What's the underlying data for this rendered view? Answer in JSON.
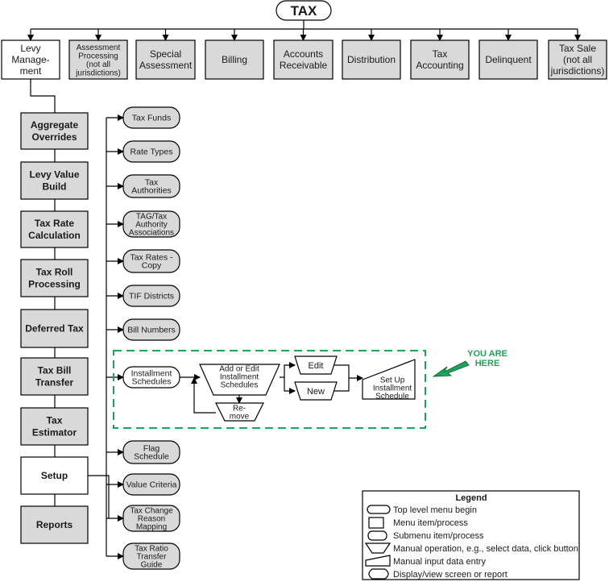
{
  "root": {
    "label": "TAX",
    "icon": "top-level-menu-terminator"
  },
  "top_menu": [
    {
      "id": "levy-management",
      "lines": [
        "Levy",
        "Manage-",
        "ment"
      ],
      "active": true
    },
    {
      "id": "assessment-processing",
      "lines": [
        "Assessment",
        "Processing",
        "(not all",
        "jurisdictions)"
      ],
      "active": false
    },
    {
      "id": "special-assessment",
      "lines": [
        "Special",
        "Assessment"
      ],
      "active": false
    },
    {
      "id": "billing",
      "lines": [
        "Billing"
      ],
      "active": false
    },
    {
      "id": "accounts-receivable",
      "lines": [
        "Accounts",
        "Receivable"
      ],
      "active": false
    },
    {
      "id": "distribution",
      "lines": [
        "Distribution"
      ],
      "active": false
    },
    {
      "id": "tax-accounting",
      "lines": [
        "Tax",
        "Accounting"
      ],
      "active": false
    },
    {
      "id": "delinquent",
      "lines": [
        "Delinquent"
      ],
      "active": false
    },
    {
      "id": "tax-sale",
      "lines": [
        "Tax Sale",
        "(not all",
        "jurisdictions)"
      ],
      "active": false
    }
  ],
  "levy_menu": [
    {
      "id": "aggregate-overrides",
      "lines": [
        "Aggregate",
        "Overrides"
      ],
      "active": false
    },
    {
      "id": "levy-value-build",
      "lines": [
        "Levy Value",
        "Build"
      ],
      "active": false
    },
    {
      "id": "tax-rate-calculation",
      "lines": [
        "Tax Rate",
        "Calculation"
      ],
      "active": false
    },
    {
      "id": "tax-roll-processing",
      "lines": [
        "Tax Roll",
        "Processing"
      ],
      "active": false
    },
    {
      "id": "deferred-tax",
      "lines": [
        "Deferred Tax"
      ],
      "active": false
    },
    {
      "id": "tax-bill-transfer",
      "lines": [
        "Tax Bill",
        "Transfer"
      ],
      "active": false
    },
    {
      "id": "tax-estimator",
      "lines": [
        "Tax",
        "Estimator"
      ],
      "active": false
    },
    {
      "id": "setup",
      "lines": [
        "Setup"
      ],
      "active": true
    },
    {
      "id": "reports",
      "lines": [
        "Reports"
      ],
      "active": false
    }
  ],
  "setup_submenu": [
    {
      "id": "tax-funds",
      "lines": [
        "Tax Funds"
      ],
      "active": false
    },
    {
      "id": "rate-types",
      "lines": [
        "Rate Types"
      ],
      "active": false
    },
    {
      "id": "tax-authorities",
      "lines": [
        "Tax",
        "Authorities"
      ],
      "active": false
    },
    {
      "id": "tag-tax-authority-associations",
      "lines": [
        "TAG/Tax",
        "Authority",
        "Associations"
      ],
      "active": false
    },
    {
      "id": "tax-rates-copy",
      "lines": [
        "Tax Rates -",
        "Copy"
      ],
      "active": false
    },
    {
      "id": "tif-districts",
      "lines": [
        "TIF Districts"
      ],
      "active": false
    },
    {
      "id": "bill-numbers",
      "lines": [
        "Bill Numbers"
      ],
      "active": false
    },
    {
      "id": "installment-schedules",
      "lines": [
        "Installment",
        "Schedules"
      ],
      "active": true
    },
    {
      "id": "flag-schedule",
      "lines": [
        "Flag",
        "Schedule"
      ],
      "active": false
    },
    {
      "id": "value-criteria",
      "lines": [
        "Value Criteria"
      ],
      "active": false
    },
    {
      "id": "tax-change-reason-mapping",
      "lines": [
        "Tax Change",
        "Reason",
        "Mapping"
      ],
      "active": false
    },
    {
      "id": "tax-ratio-transfer-guide",
      "lines": [
        "Tax Ratio",
        "Transfer",
        "Guide"
      ],
      "active": false
    }
  ],
  "workflow": {
    "add_or_edit": [
      "Add or Edit",
      "Installment",
      "Schedules"
    ],
    "remove": [
      "Re-",
      "move"
    ],
    "edit": [
      "Edit"
    ],
    "new": [
      "New"
    ],
    "set_up": [
      "Set Up",
      "Installment",
      "Schedule"
    ]
  },
  "you_are_here": [
    "YOU ARE",
    "HERE"
  ],
  "legend": {
    "title": "Legend",
    "items": [
      {
        "shape": "terminator",
        "label": "Top level menu begin"
      },
      {
        "shape": "rectangle",
        "label": "Menu item/process"
      },
      {
        "shape": "rounded-rectangle",
        "label": "Submenu item/process"
      },
      {
        "shape": "trapezoid",
        "label": "Manual operation, e.g., select data, click button"
      },
      {
        "shape": "manual-input",
        "label": "Manual input data entry"
      },
      {
        "shape": "display",
        "label": "Display/view screen or report"
      }
    ]
  },
  "colors": {
    "inactive_fill": "#d9d9d9",
    "active_fill": "#ffffff",
    "highlight": "#1fa35a"
  }
}
